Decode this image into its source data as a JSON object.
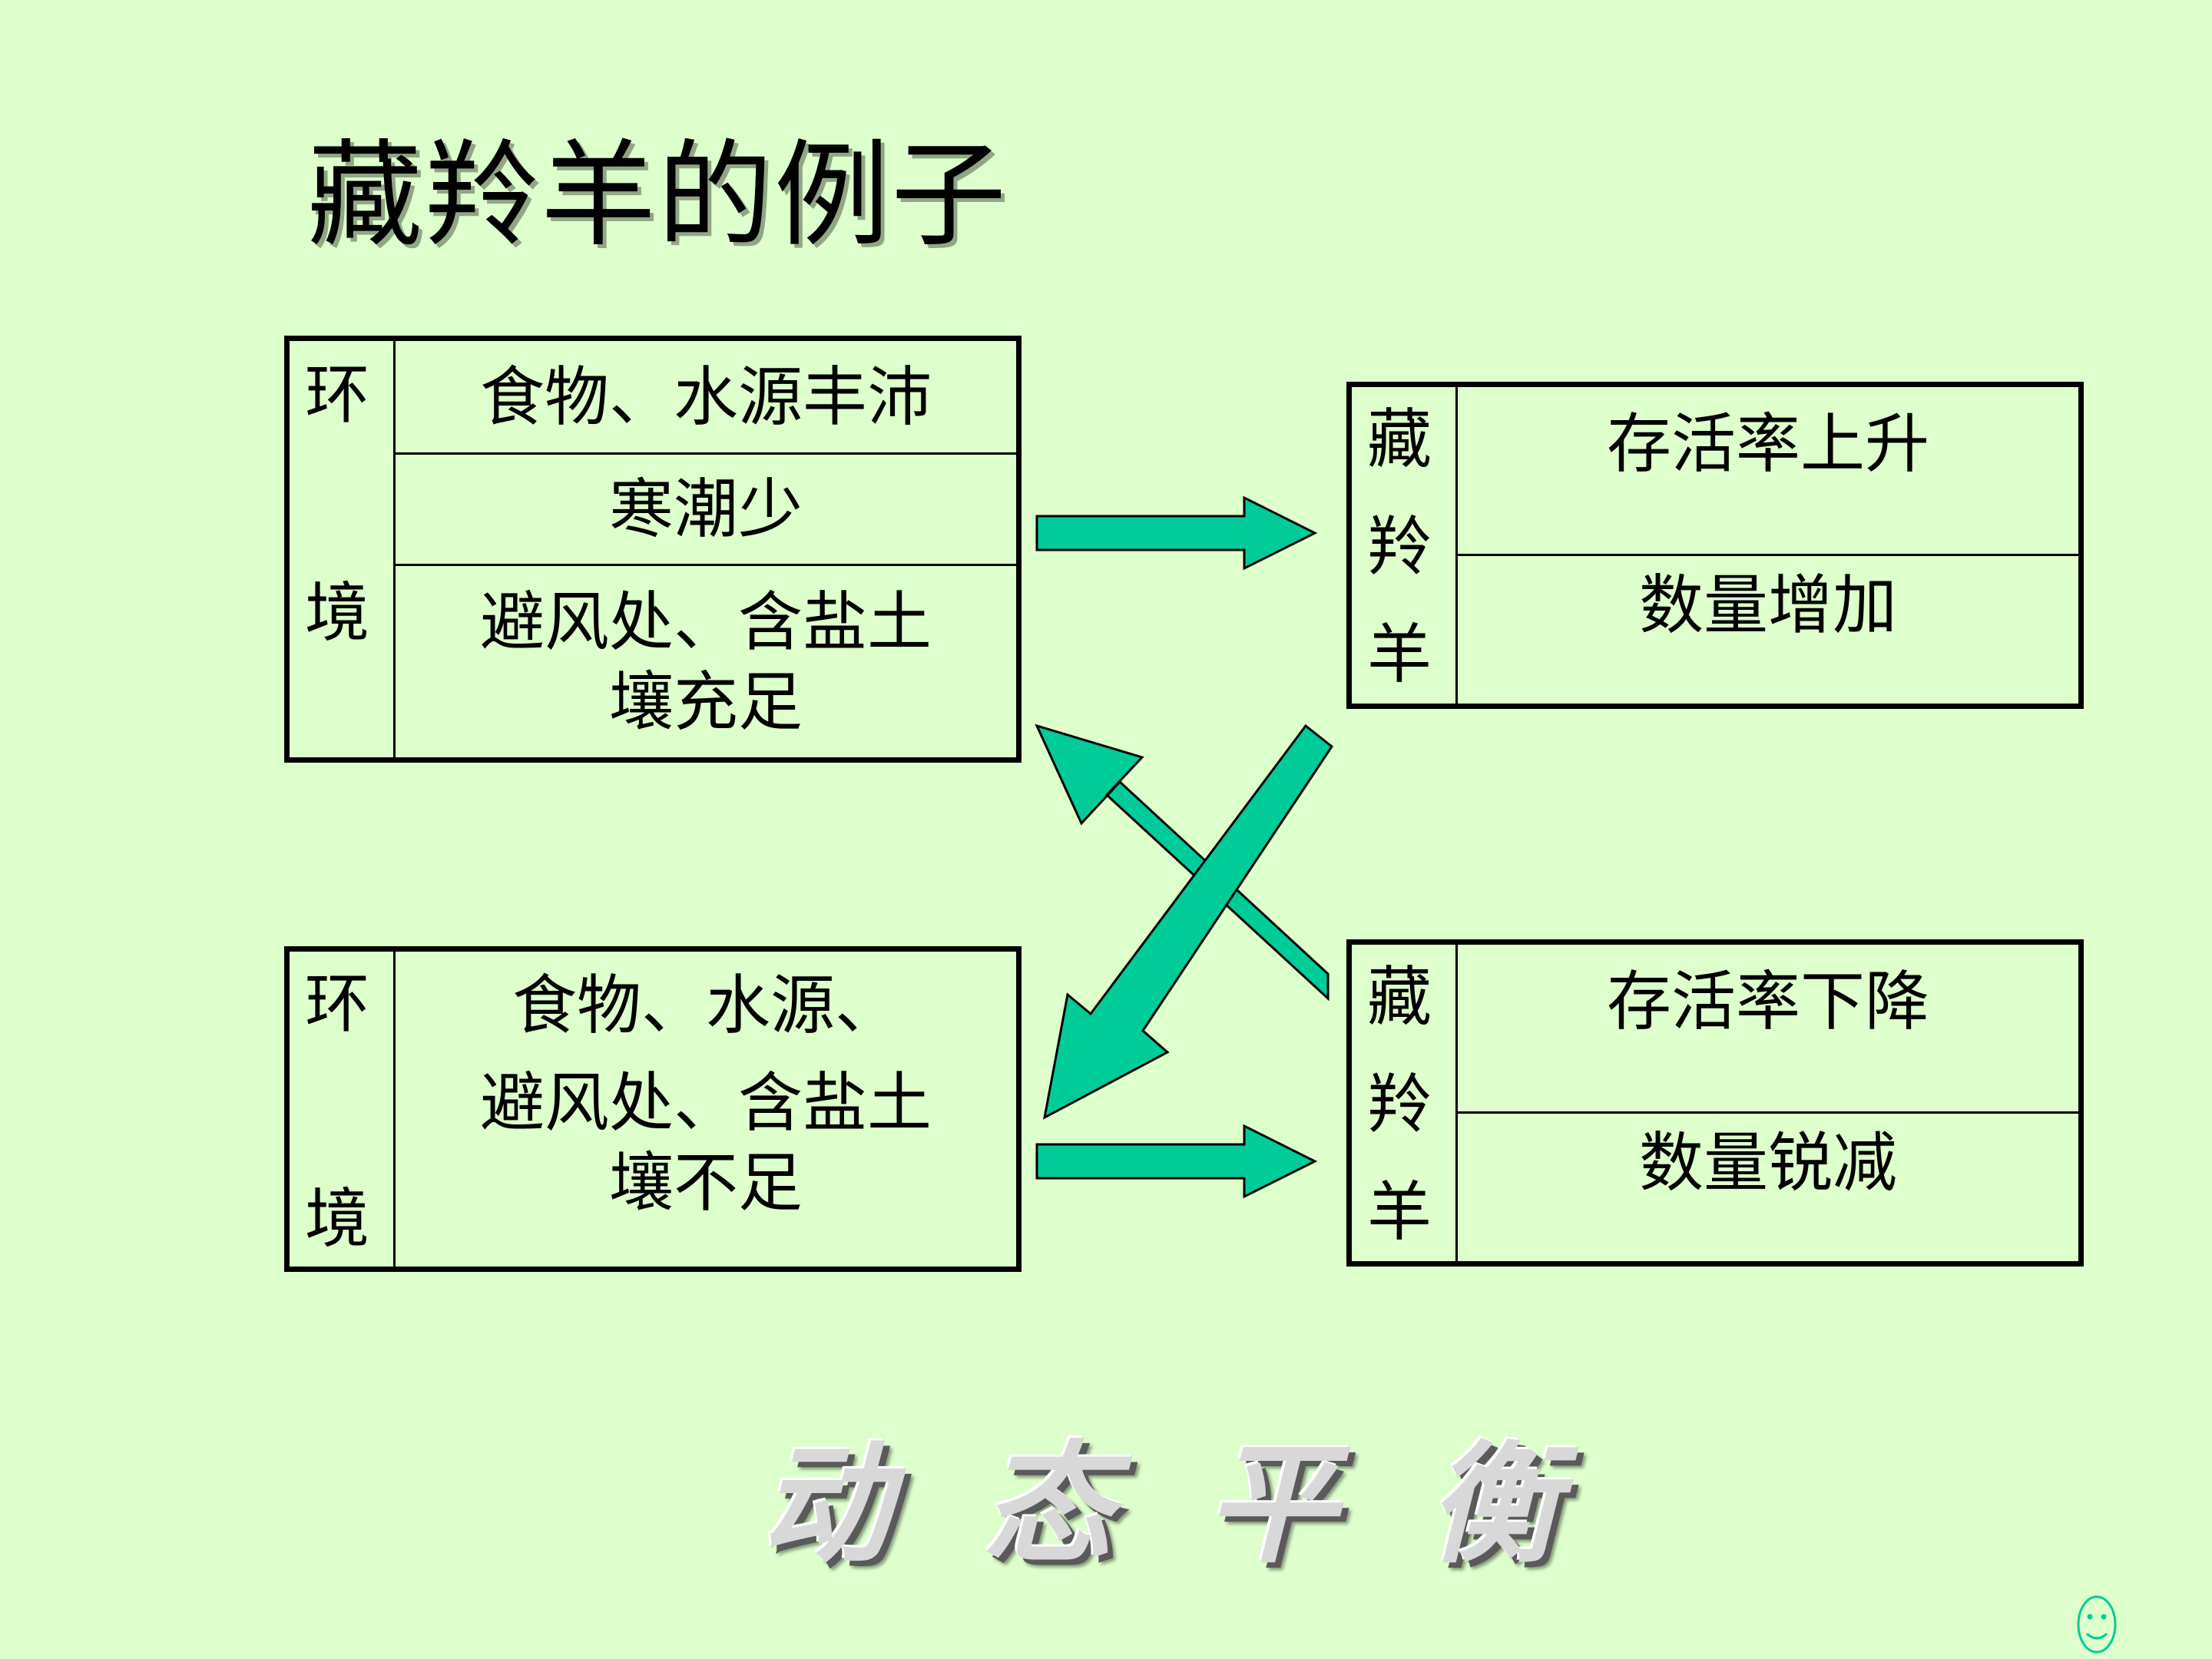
{
  "title": "藏羚羊的例子",
  "colors": {
    "background": "#ddffcc",
    "arrow_fill": "#00cc99",
    "arrow_stroke": "#000000"
  },
  "env_top": {
    "side_chars": [
      "环",
      "境"
    ],
    "rows": [
      "食物、水源丰沛",
      "寒潮少",
      "避风处、含盐土\n壤充足"
    ]
  },
  "env_bottom": {
    "side_chars": [
      "环",
      "境"
    ],
    "rows": [
      "食物、水源、",
      "避风处、含盐土\n壤不足"
    ]
  },
  "antelope_top": {
    "side_chars": [
      "藏",
      "羚",
      "羊"
    ],
    "rows": [
      "存活率上升",
      "数量增加"
    ]
  },
  "antelope_bottom": {
    "side_chars": [
      "藏",
      "羚",
      "羊"
    ],
    "rows": [
      "存活率下降",
      "数量锐减"
    ]
  },
  "footer": {
    "chars": [
      "动",
      "态",
      "平",
      "衡"
    ]
  },
  "icons": {
    "arrows": "block-arrow",
    "corner": "smiley-icon"
  }
}
